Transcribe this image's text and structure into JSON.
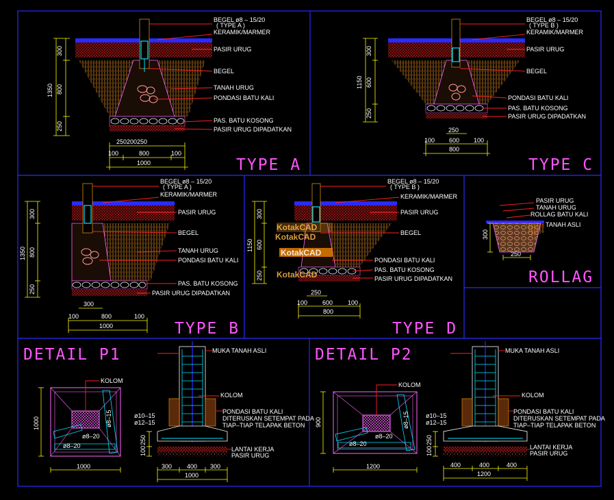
{
  "type_a": {
    "title": "TYPE A",
    "labels": [
      "BEGEL ø8 – 15/20",
      "( TYPE A )",
      "KERAMIK/MARMER",
      "PASIR URUG",
      "BEGEL",
      "TANAH URUG",
      "PONDASI BATU KALI",
      "PAS. BATU KOSONG",
      "PASIR URUG DIPADATKAN"
    ],
    "vdims": [
      "300",
      "800",
      "250",
      "1350"
    ],
    "hdims": [
      "250",
      "200",
      "250",
      "800",
      "100",
      "100",
      "1000"
    ],
    "hdim_top": "250200250"
  },
  "type_c": {
    "title": "TYPE C",
    "labels": [
      "BEGEL ø8 – 15/20",
      "( TYPE B )",
      "KERAMIK/MARMER",
      "PASIR URUG",
      "BEGEL",
      "PONDASI BATU KALI",
      "PAS. BATU KOSONG",
      "PASIR URUG DIPADATKAN"
    ],
    "vdims": [
      "300",
      "600",
      "250",
      "1150"
    ],
    "hdims": [
      "250",
      "100",
      "600",
      "100",
      "800"
    ]
  },
  "type_b": {
    "title": "TYPE B",
    "labels": [
      "BEGEL ø8 – 15/20",
      "( TYPE A )",
      "KERAMIK/MARMER",
      "PASIR URUG",
      "BEGEL",
      "TANAH URUG",
      "PONDASI BATU KALI",
      "PAS. BATU KOSONG",
      "PASIR URUG DIPADATKAN"
    ],
    "vdims": [
      "300",
      "800",
      "250",
      "1350"
    ],
    "hdims": [
      "300",
      "100",
      "800",
      "100",
      "1000"
    ]
  },
  "type_d": {
    "title": "TYPE D",
    "labels": [
      "BEGEL ø8 – 15/20",
      "( TYPE B )",
      "KERAMIK/MARMER",
      "PASIR URUG",
      "BEGEL",
      "PONDASI BATU KALI",
      "PAS. BATU KOSONG",
      "PASIR URUG DIPADATKAN"
    ],
    "vdims": [
      "300",
      "600",
      "250",
      "1150"
    ],
    "hdims": [
      "250",
      "100",
      "600",
      "100",
      "800"
    ]
  },
  "rollag": {
    "title": "ROLLAG",
    "labels": [
      "PASIR URUG",
      "TANAH URUG",
      "ROLLAG BATU KALI",
      "TANAH ASLI"
    ],
    "dims": [
      "300",
      "250"
    ]
  },
  "detail_p1": {
    "title": "DETAIL P1",
    "plan_labels": [
      "KOLOM",
      "ø8–15",
      "ø8–20",
      "ø8–20"
    ],
    "plan_dims": [
      "1000",
      "1000"
    ],
    "section_labels": [
      "MUKA TANAH ASLI",
      "KOLOM",
      "PONDASI BATU KALI",
      "DITERUSKAN SETEMPAT PADA",
      "TIAP–TIAP TELAPAK BETON",
      "LANTAI KERJA",
      "PASIR URUG"
    ],
    "bars": [
      "ø10–15",
      "ø12–15"
    ],
    "section_dims": [
      "300",
      "400",
      "300",
      "1000",
      "250",
      "100"
    ]
  },
  "detail_p2": {
    "title": "DETAIL P2",
    "plan_labels": [
      "KOLOM",
      "ø8–15",
      "ø8–20",
      "ø8–20"
    ],
    "plan_dims": [
      "900",
      "1200"
    ],
    "section_labels": [
      "MUKA TANAH ASLI",
      "KOLOM",
      "PONDASI BATU KALI",
      "DITERUSKAN SETEMPAT PADA",
      "TIAP–TIAP TELAPAK BETON",
      "LANTAI KERJA",
      "PASIR URUG"
    ],
    "bars": [
      "ø10–15",
      "ø12–15"
    ],
    "section_dims": [
      "400",
      "400",
      "400",
      "1200",
      "250",
      "100"
    ]
  },
  "watermark": [
    "KotakCAD",
    "KotakCAD",
    "KotakCAD",
    "KotakCAD"
  ],
  "colors": {
    "frame": "#2a2aff",
    "leader": "#ff2020",
    "dim": "#ffff00",
    "title": "#ff55ff",
    "rebar": "#00e5ff"
  }
}
